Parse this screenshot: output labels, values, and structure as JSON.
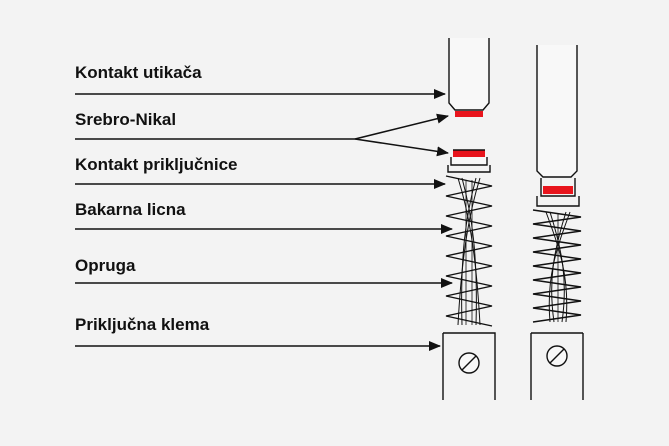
{
  "labels": {
    "kontakt_utikaca": "Kontakt utikača",
    "srebro_nikal": "Srebro-Nikal",
    "kontakt_prikljucnice": "Kontakt priključnice",
    "bakarna_licna": "Bakarna licna",
    "opruga": "Opruga",
    "prikljucna_klema": "Priključna klema"
  },
  "colors": {
    "background": "#f3f3f3",
    "line": "#111111",
    "contact_highlight": "#e8141c"
  }
}
